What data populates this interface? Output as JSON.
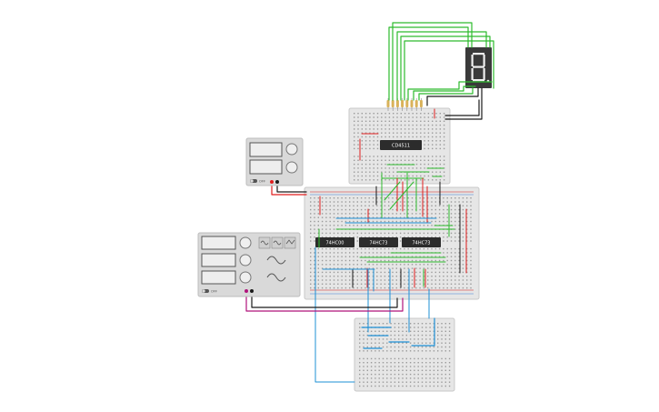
{
  "colors": {
    "background": "#ffffff",
    "breadboard": "#e6e6e6",
    "breadboard_edge": "#c8c8c8",
    "hole": "#9a9a9a",
    "rail_red": "#d11b1b",
    "rail_blue": "#3f7fd6",
    "wire_green": "#2dbb2d",
    "wire_red": "#e01e1e",
    "wire_black": "#1a1a1a",
    "wire_blue": "#1e90d6",
    "wire_magenta": "#b0137b",
    "chip": "#2c2c2c",
    "instrument": "#d9d9d9",
    "display_bg": "#3a3a3a",
    "segment_on": "#f0f0f0"
  },
  "components": {
    "decoder_chip": "CD4511",
    "ic_left": "74HC00",
    "ic_middle": "74HC73",
    "ic_right": "74HC73"
  },
  "power_supply": {
    "switch_label": "OFF"
  },
  "function_generator": {
    "switch_label": "OFF"
  },
  "icons": [
    "seven-segment-display-icon",
    "resistor-icon",
    "dial-icon",
    "sine-wave-icon",
    "square-wave-icon",
    "triangle-wave-icon"
  ]
}
